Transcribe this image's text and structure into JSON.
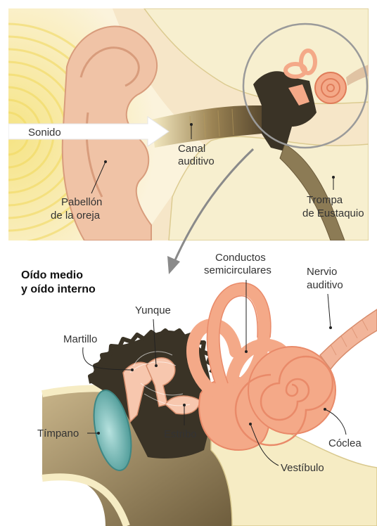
{
  "colors": {
    "skin": "#f2c9b0",
    "skin_dark": "#e0a98c",
    "bone": "#f6ecc4",
    "bone_edge": "#d9c98f",
    "canal_dark": "#6b5a3a",
    "inner_pink": "#f4a988",
    "inner_pink_dark": "#e98a69",
    "cavity": "#3a3326",
    "tissue": "#8c7b55",
    "eardrum": "#7fbdbb",
    "sound_wave": "#f5e27a",
    "arrow_grey": "#8a8a8a"
  },
  "top_labels": {
    "sonido": "Sonido",
    "canal_1": "Canal",
    "canal_2": "auditivo",
    "pabellon_1": "Pabellón",
    "pabellon_2": "de la oreja",
    "trompa_1": "Trompa",
    "trompa_2": "de Eustaquio"
  },
  "section_title": {
    "line1": "Oído medio",
    "line2": "y oído interno"
  },
  "bottom_labels": {
    "conductos_1": "Conductos",
    "conductos_2": "semicirculares",
    "nervio_1": "Nervio",
    "nervio_2": "auditivo",
    "yunque": "Yunque",
    "martillo": "Martillo",
    "timpano": "Tímpano",
    "estribo": "Estribo",
    "coclea": "Cóclea",
    "vestibulo": "Vestíbulo"
  }
}
